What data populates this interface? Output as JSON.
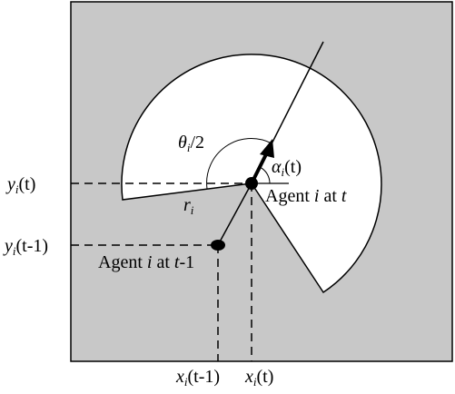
{
  "colors": {
    "region_fill": "#c8c8c8",
    "sector_fill": "#ffffff",
    "ink": "#000000"
  },
  "labels": {
    "theta": {
      "base": "θ",
      "sub": "i",
      "tail": "/2"
    },
    "alpha": {
      "base": "α",
      "sub": "i",
      "tail": "(t)"
    },
    "radius": {
      "base": "r",
      "sub": "i"
    },
    "agent_now": {
      "pre": "Agent ",
      "mid": "i",
      "post": " at ",
      "end": "t"
    },
    "agent_prev": {
      "pre": "Agent ",
      "mid": "i",
      "post": " at ",
      "end": "t",
      "tail": "-1"
    },
    "y_now": {
      "base": "y",
      "sub": "i",
      "tail": "(t)"
    },
    "y_prev": {
      "base": "y",
      "sub": "i",
      "tail": "(t-1)"
    },
    "x_now": {
      "base": "x",
      "sub": "i",
      "tail": "(t)"
    },
    "x_prev": {
      "base": "x",
      "sub": "i",
      "tail": "(t-1)"
    }
  }
}
